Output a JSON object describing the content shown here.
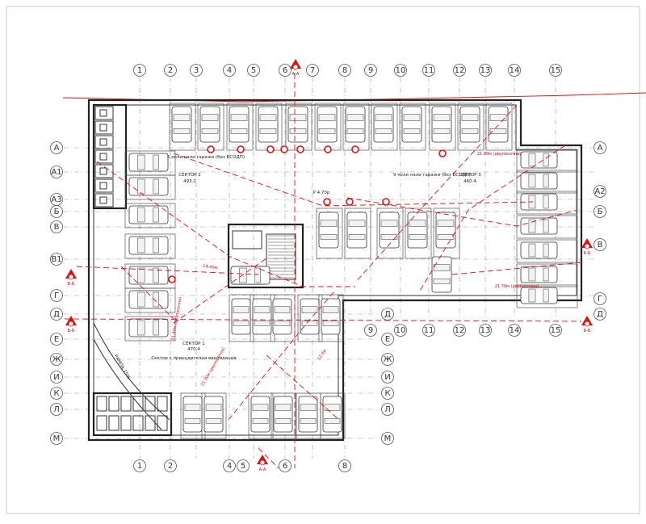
{
  "axes": {
    "columns": [
      "1",
      "2",
      "3",
      "4",
      "5",
      "6",
      "7",
      "8",
      "9",
      "10",
      "11",
      "12",
      "13",
      "14",
      "15"
    ],
    "rows_left": [
      "А",
      "А1",
      "А3",
      "Б",
      "В",
      "В1",
      "Г",
      "Д",
      "Е",
      "Ж",
      "И",
      "К",
      "Л",
      "М"
    ],
    "rows_right": [
      "А",
      "А2",
      "Б",
      "В",
      "Г",
      "Д"
    ],
    "columns_bottom_left": [
      "1",
      "2",
      "4",
      "5",
      "6",
      "8"
    ],
    "columns_bottom_right": [
      "9",
      "10",
      "11",
      "12",
      "13",
      "14",
      "15"
    ],
    "rows_inner": [
      "Д",
      "Е",
      "Ж",
      "И",
      "К",
      "Л",
      "М"
    ]
  },
  "section_markers": [
    "Б-Б",
    "Б-Б",
    "Б-Б",
    "Б-Б",
    "А-А",
    "А-А"
  ],
  "sectors": {
    "sector2": {
      "title": "СЕКТОР 2",
      "area": "493.2",
      "note": "5 коли нали гаражи (без ВСОДП)"
    },
    "sector3": {
      "title": "СЕКТОР 3",
      "area": "460.4",
      "note": "9 коли нали гаражи (без ВСОДП)"
    },
    "sector1": {
      "title": "СЕКТОР 1",
      "area": "470.4",
      "note": "Сектор с принудителна вентилация"
    }
  },
  "annotations": {
    "level_mark": "P 4.70p",
    "dist1": "21.90м (двупосочна)",
    "dist2": "21.70м (двупосочна)",
    "dist3": "21.40м (двупосочна)",
    "dist4": "21.30м (двупосочна)",
    "dist5": "18.40м",
    "dist6": "12.6м",
    "ramp": "РАМПА 15%"
  }
}
